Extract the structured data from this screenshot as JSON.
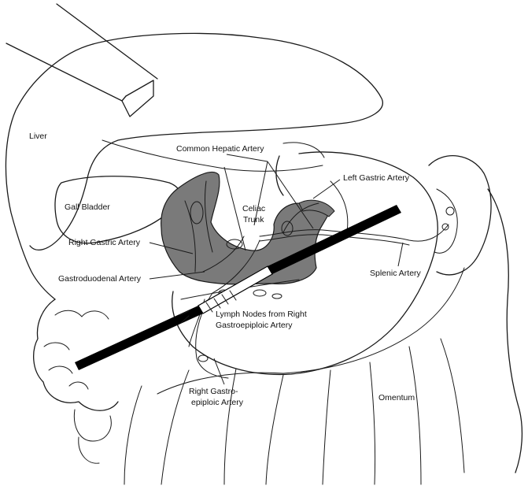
{
  "labels": {
    "liver": "Liver",
    "common_hepatic_artery": "Common Hepatic Artery",
    "left_gastric_artery": "Left Gastric Artery",
    "gall_bladder": "Gall Bladder",
    "celiac_trunk_1": "Celiac",
    "celiac_trunk_2": "Trunk",
    "right_gastric_artery": "Right Gastric Artery",
    "splenic_artery": "Splenic Artery",
    "gastroduodenal_artery": "Gastroduodenal Artery",
    "lymph_nodes_1": "Lymph Nodes from Right",
    "lymph_nodes_2": "Gastroepiploic Artery",
    "right_gastroepiploic_1": "Right Gastro-",
    "right_gastroepiploic_2": "epiploic Artery",
    "omentum": "Omentum"
  },
  "colors": {
    "line": "#1a1a1a",
    "dissected_tissue": "#7a7a7a",
    "instrument": "#000000",
    "background": "#ffffff"
  },
  "icons": {
    "retractor": "liver-retractor-icon",
    "dissector": "laparoscopic-dissector-icon"
  }
}
